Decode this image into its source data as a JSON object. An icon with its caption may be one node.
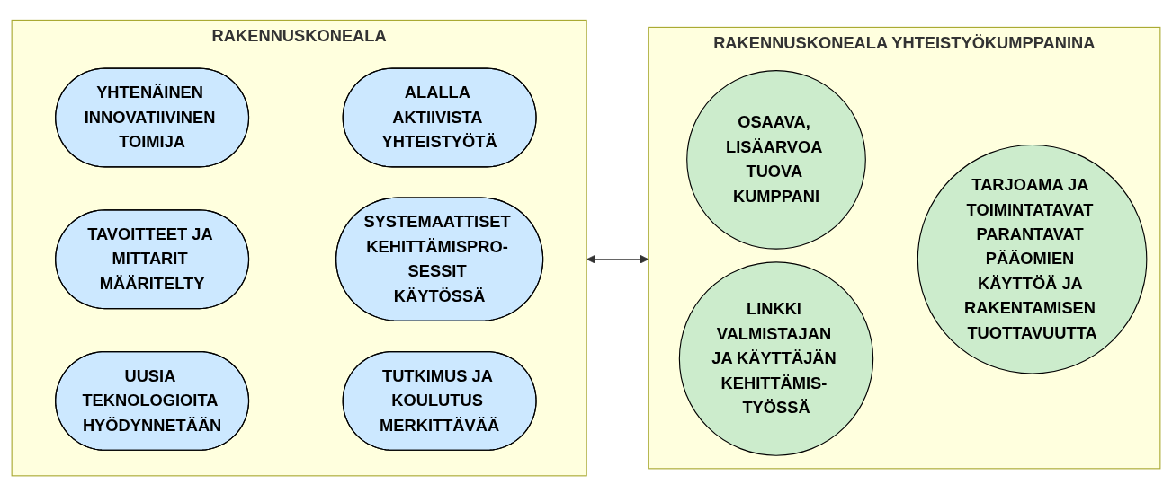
{
  "diagram": {
    "nodes": [
      {
        "text": [
          "RAKENNUSKONEALA"
        ]
      },
      {
        "text": [
          "YHTENÄINEN INNOVATIIVINEN TOIMIJA"
        ],
        "in": 0
      },
      {
        "text": [
          "ALALLA AKTIIVISTA YHTEISTYÖTÄ"
        ],
        "in": 0
      },
      {
        "text": [
          "TAVOITTEET JA MITTARIT MÄÄRITELTY"
        ],
        "in": 0
      },
      {
        "text": [
          "SYSTEMAATTISET KEHITTÄMISPRO- SESSIT KÄYTÖSSÄ"
        ],
        "in": 0
      },
      {
        "text": [
          "UUSIA TEKNOLOGIOITA HYÖDYNNETÄÄN"
        ],
        "in": 0
      },
      {
        "text": [
          "TUTKIMUS JA KOULUTUS MERKITTÄVÄÄ"
        ],
        "in": 0
      },
      {
        "text": [
          "RAKENNUSKONEALA YHTEISTYÖKUMPPANINA"
        ]
      },
      {
        "text": [
          "OSAAVA, LISÄARVOA TUOVA KUMPPANI"
        ],
        "in": 7
      },
      {
        "text": [
          "TARJOAMA JA TOIMINTATAVAT PARANTAVAT PÄÄOMIEN KÄYTTÖÄ JA RAKENTAMISEN TUOTTAVUUTTA"
        ],
        "in": 7
      },
      {
        "text": [
          "LINKKI VALMISTAJAN JA KÄYTTÄJÄN KEHITTÄMIS- TYÖSSÄ"
        ],
        "in": 7
      }
    ],
    "edges": [
      {
        "from": 0,
        "to": 7,
        "arrow": "both"
      }
    ]
  }
}
